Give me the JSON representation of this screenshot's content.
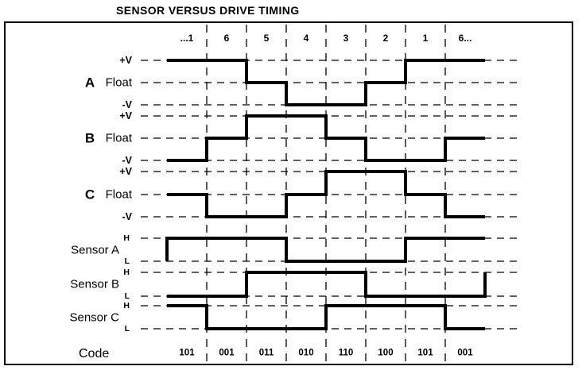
{
  "title": "SENSOR VERSUS DRIVE TIMING",
  "colors": {
    "line": "#000000",
    "background": "#ffffff"
  },
  "chart_data": {
    "type": "timing-diagram",
    "phase_row": {
      "labels": [
        "...1",
        "6",
        "5",
        "4",
        "3",
        "2",
        "1",
        "6..."
      ]
    },
    "code_row": {
      "label": "Code",
      "values": [
        "101",
        "001",
        "011",
        "010",
        "110",
        "100",
        "101",
        "001"
      ]
    },
    "drive_signals": [
      {
        "name": "A",
        "levels": [
          "+V",
          "Float",
          "-V"
        ],
        "per_phase": [
          "+V",
          "+V",
          "Float",
          "-V",
          "-V",
          "Float",
          "+V",
          "+V"
        ]
      },
      {
        "name": "B",
        "levels": [
          "+V",
          "Float",
          "-V"
        ],
        "per_phase": [
          "-V",
          "Float",
          "+V",
          "+V",
          "Float",
          "-V",
          "-V",
          "Float"
        ]
      },
      {
        "name": "C",
        "levels": [
          "+V",
          "Float",
          "-V"
        ],
        "per_phase": [
          "Float",
          "-V",
          "-V",
          "Float",
          "+V",
          "+V",
          "Float",
          "-V"
        ]
      }
    ],
    "sensor_signals": [
      {
        "name": "Sensor A",
        "levels": [
          "H",
          "L"
        ],
        "per_phase": [
          "H",
          "H",
          "H",
          "L",
          "L",
          "L",
          "H",
          "H"
        ],
        "start_level": "L"
      },
      {
        "name": "Sensor B",
        "levels": [
          "H",
          "L"
        ],
        "per_phase": [
          "L",
          "L",
          "H",
          "H",
          "H",
          "L",
          "L",
          "L"
        ],
        "end_level": "H"
      },
      {
        "name": "Sensor C",
        "levels": [
          "H",
          "L"
        ],
        "per_phase": [
          "H",
          "L",
          "L",
          "L",
          "H",
          "H",
          "H",
          "L"
        ]
      }
    ]
  }
}
